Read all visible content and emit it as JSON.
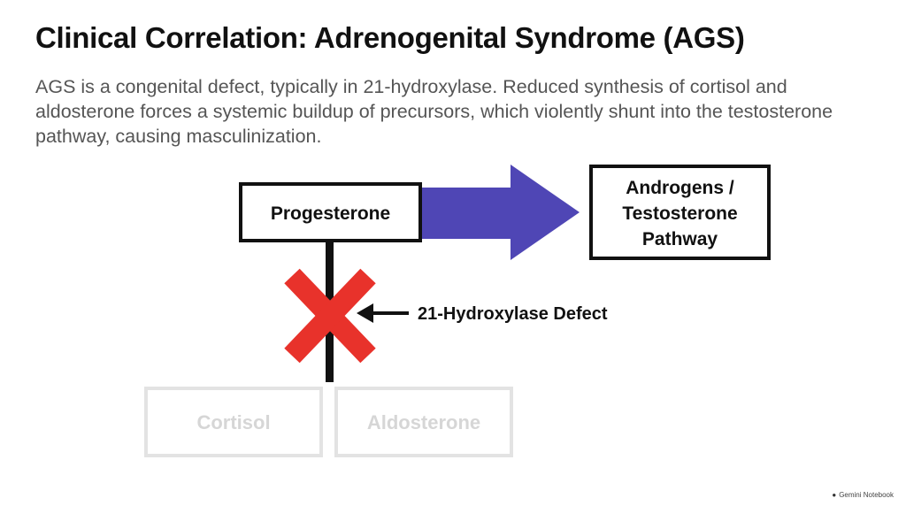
{
  "slide": {
    "title": "Clinical Correlation: Adrenogenital Syndrome (AGS)",
    "description": "AGS is a congenital defect, typically in 21-hydroxylase. Reduced synthesis of cortisol and aldosterone forces a systemic buildup of precursors, which violently shunt into the testosterone pathway, causing masculinization."
  },
  "diagram": {
    "progesterone": "Progesterone",
    "androgens": [
      "Androgens /",
      "Testosterone",
      "Pathway"
    ],
    "defect_label": "21-Hydroxylase Defect",
    "cortisol": "Cortisol",
    "aldosterone": "Aldosterone",
    "colors": {
      "shunt_arrow": "#4f46b5",
      "block_x": "#e8322b",
      "faded_box": "#e3e3e3",
      "faded_text": "#d6d6d6"
    }
  },
  "footer": {
    "brand": "Gemini Notebook"
  }
}
